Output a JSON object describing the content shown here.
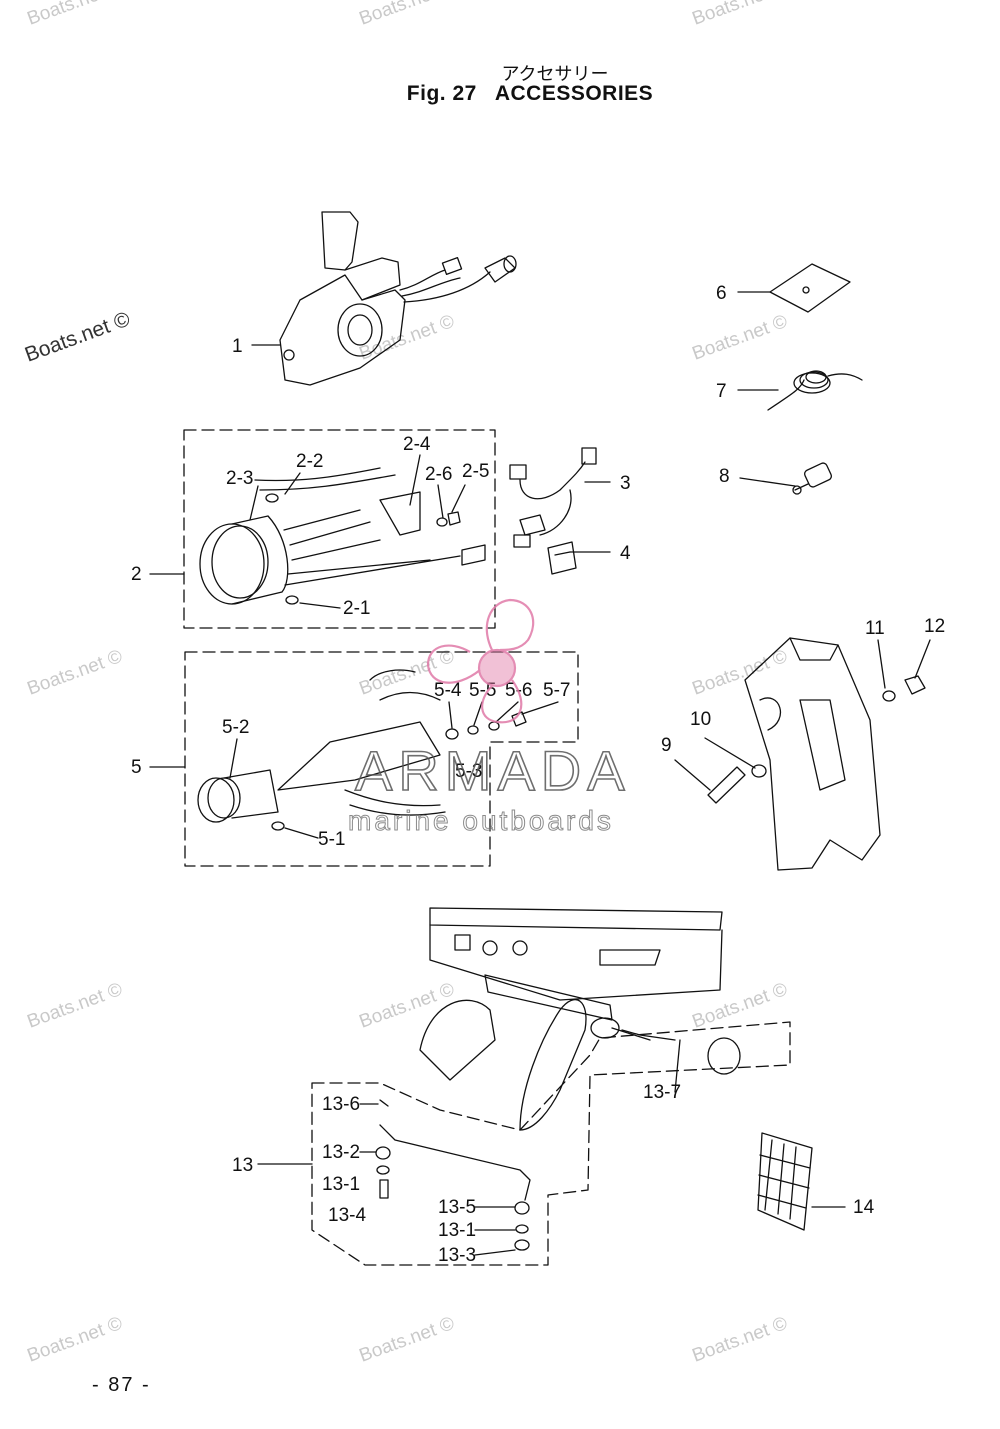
{
  "header": {
    "title_jp": "アクセサリー",
    "fig_number": "Fig. 27",
    "fig_name": "ACCESSORIES"
  },
  "page_number": "- 87 -",
  "watermarks": {
    "boats": "Boats.net ©",
    "logo_name": "ARMADA",
    "logo_tagline": "marine outboards"
  },
  "callouts": {
    "c1": "1",
    "c2": "2",
    "c2_1": "2-1",
    "c2_2": "2-2",
    "c2_3": "2-3",
    "c2_4": "2-4",
    "c2_5": "2-5",
    "c2_6": "2-6",
    "c3": "3",
    "c4": "4",
    "c5": "5",
    "c5_1": "5-1",
    "c5_2": "5-2",
    "c5_3": "5-3",
    "c5_4": "5-4",
    "c5_5": "5-5",
    "c5_6": "5-6",
    "c5_7": "5-7",
    "c6": "6",
    "c7": "7",
    "c8": "8",
    "c9": "9",
    "c10": "10",
    "c11": "11",
    "c12": "12",
    "c13": "13",
    "c13_1a": "13-1",
    "c13_1b": "13-1",
    "c13_2": "13-2",
    "c13_3": "13-3",
    "c13_4": "13-4",
    "c13_5": "13-5",
    "c13_6": "13-6",
    "c13_7": "13-7",
    "c14": "14"
  },
  "colors": {
    "line": "#111111",
    "watermark": "#c9c9c9",
    "logo_pink": "#e07aa8"
  }
}
